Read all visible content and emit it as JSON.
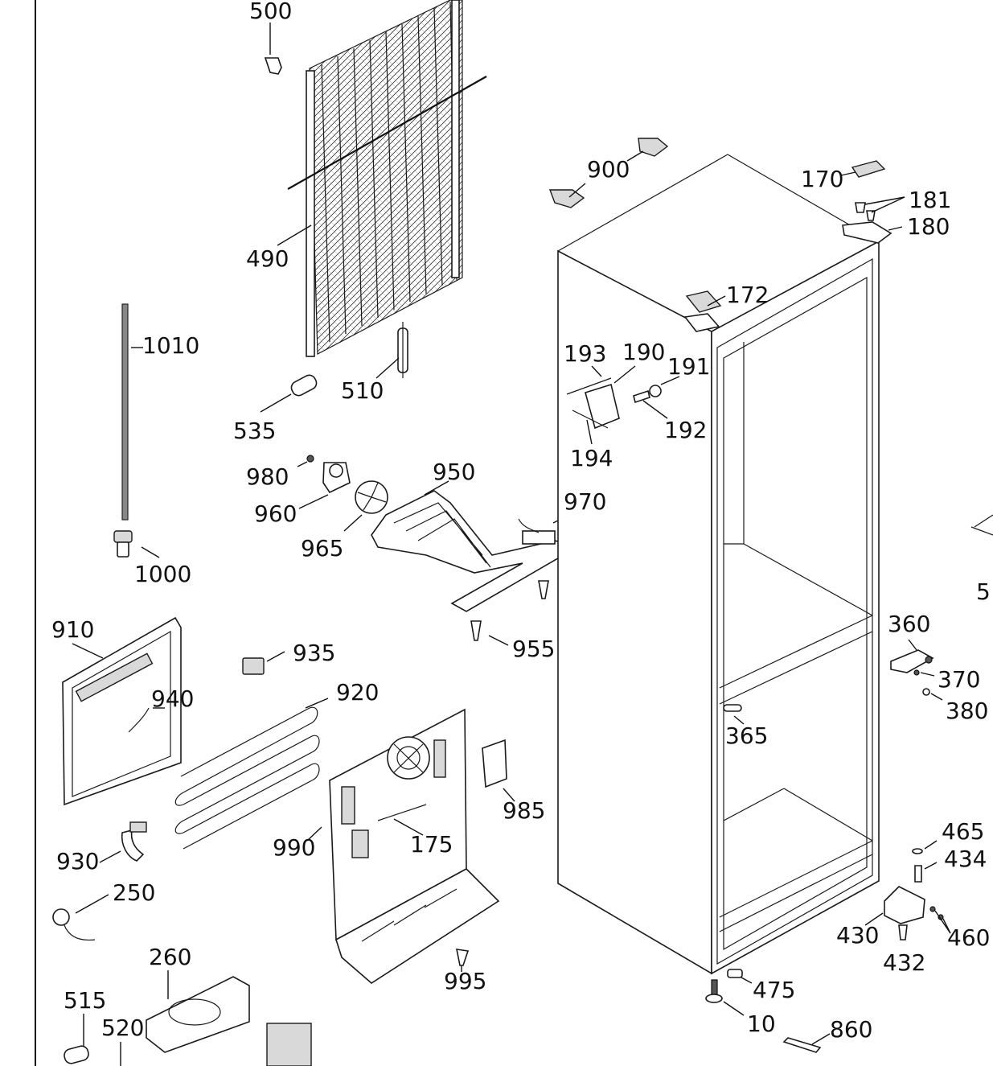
{
  "labels": {
    "p500": "500",
    "p490": "490",
    "p510": "510",
    "p535": "535",
    "p1010": "1010",
    "p1000": "1000",
    "p980": "980",
    "p960": "960",
    "p965": "965",
    "p950": "950",
    "p970": "970",
    "p955": "955",
    "p900": "900",
    "p170": "170",
    "p181": "181",
    "p180": "180",
    "p172": "172",
    "p193": "193",
    "p190": "190",
    "p191": "191",
    "p192": "192",
    "p194": "194",
    "p910": "910",
    "p940": "940",
    "p935": "935",
    "p920": "920",
    "p930": "930",
    "p250": "250",
    "p990": "990",
    "p175": "175",
    "p985": "985",
    "p995": "995",
    "p260": "260",
    "p515": "515",
    "p520": "520",
    "p360": "360",
    "p370": "370",
    "p380": "380",
    "p365": "365",
    "p465": "465",
    "p434": "434",
    "p430": "430",
    "p460": "460",
    "p432": "432",
    "p475": "475",
    "p10": "10",
    "p860": "860",
    "p5x": "5"
  }
}
